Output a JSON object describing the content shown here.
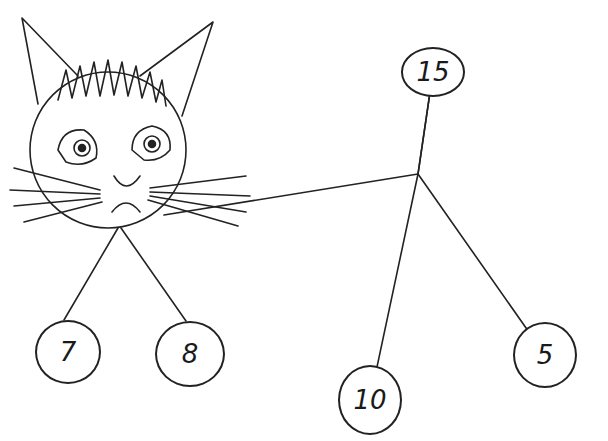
{
  "diagram": {
    "nodes": [
      {
        "text": [
          "15"
        ]
      },
      {
        "text": [
          "7"
        ]
      },
      {
        "text": [
          "8"
        ]
      },
      {
        "text": [
          "10"
        ]
      },
      {
        "text": [
          "5"
        ]
      }
    ],
    "edges": [
      {
        "from": 0,
        "to": 3,
        "arrow": "none"
      },
      {
        "from": 0,
        "to": 4,
        "arrow": "none"
      }
    ]
  }
}
